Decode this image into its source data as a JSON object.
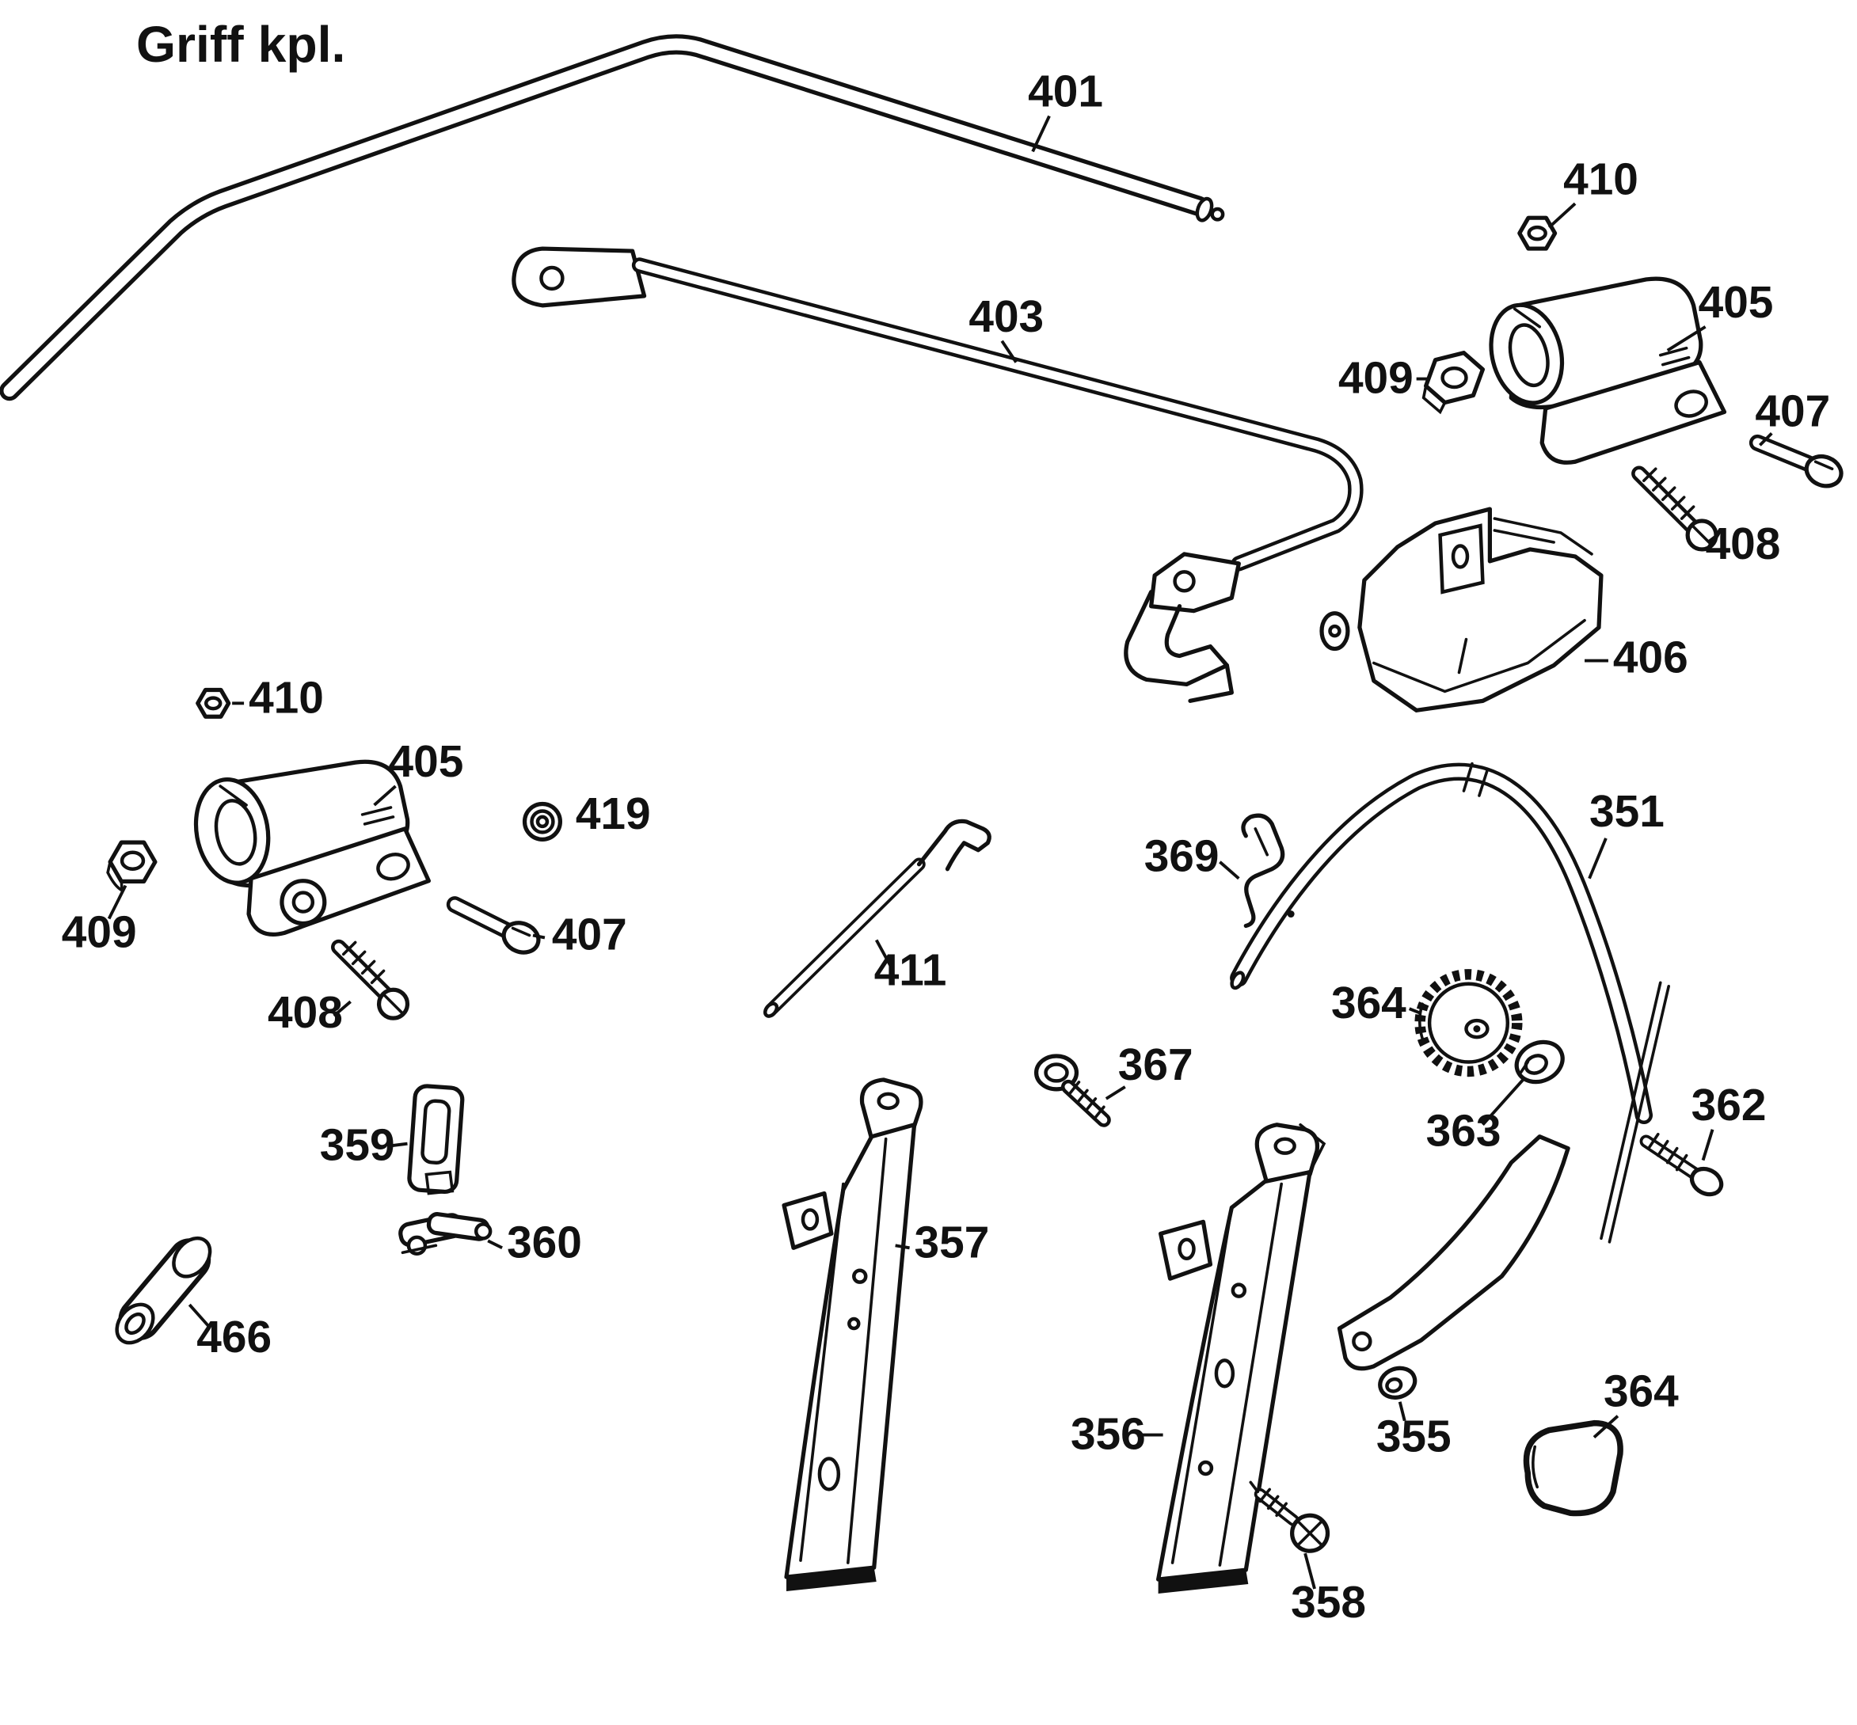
{
  "page": {
    "background": "#ffffff",
    "ink": "#111111"
  },
  "diagram": {
    "title": "Griff kpl.",
    "type": "exploded-parts-diagram",
    "labels": [
      {
        "id": "401",
        "text": "401"
      },
      {
        "id": "403",
        "text": "403"
      },
      {
        "id": "410-top",
        "text": "410"
      },
      {
        "id": "405-top",
        "text": "405"
      },
      {
        "id": "409-top",
        "text": "409"
      },
      {
        "id": "407-top",
        "text": "407"
      },
      {
        "id": "408-top",
        "text": "408"
      },
      {
        "id": "406",
        "text": "406"
      },
      {
        "id": "410-left",
        "text": "410"
      },
      {
        "id": "405-left",
        "text": "405"
      },
      {
        "id": "419",
        "text": "419"
      },
      {
        "id": "409-left",
        "text": "409"
      },
      {
        "id": "407-left",
        "text": "407"
      },
      {
        "id": "408-left",
        "text": "408"
      },
      {
        "id": "411",
        "text": "411"
      },
      {
        "id": "369",
        "text": "369"
      },
      {
        "id": "351",
        "text": "351"
      },
      {
        "id": "364-upper",
        "text": "364"
      },
      {
        "id": "367",
        "text": "367"
      },
      {
        "id": "363",
        "text": "363"
      },
      {
        "id": "362",
        "text": "362"
      },
      {
        "id": "359",
        "text": "359"
      },
      {
        "id": "360",
        "text": "360"
      },
      {
        "id": "357",
        "text": "357"
      },
      {
        "id": "466",
        "text": "466"
      },
      {
        "id": "356",
        "text": "356"
      },
      {
        "id": "355",
        "text": "355"
      },
      {
        "id": "364-lower",
        "text": "364"
      },
      {
        "id": "358",
        "text": "358"
      }
    ]
  }
}
